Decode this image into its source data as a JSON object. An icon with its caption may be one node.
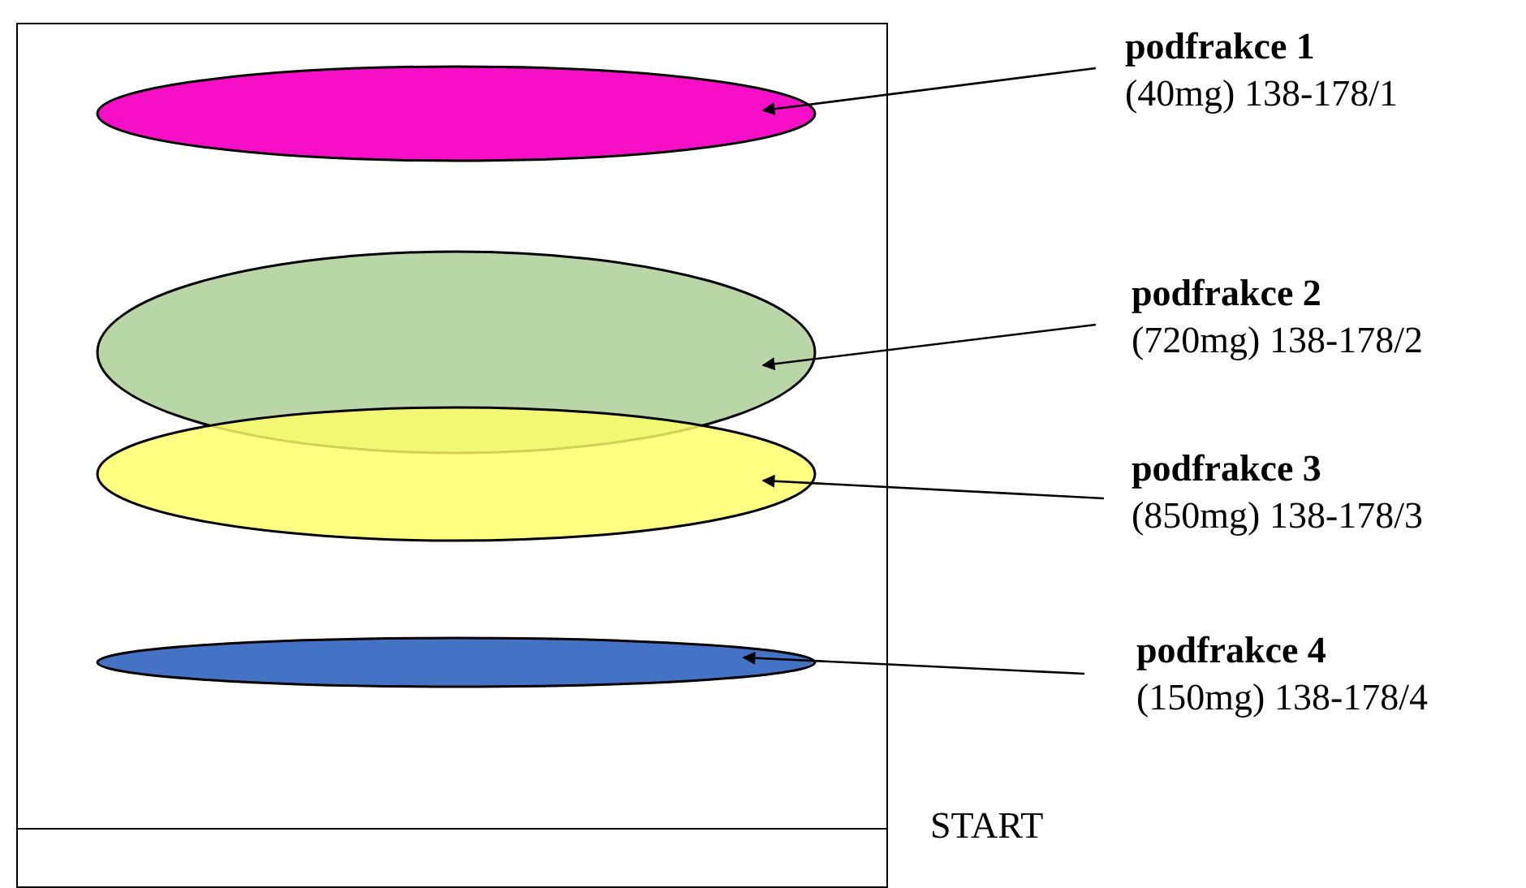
{
  "diagram": {
    "nodes": [
      {
        "text": [],
        "shape": "box"
      },
      {
        "text": [],
        "shape": "ellipse",
        "in": 0
      },
      {
        "text": [],
        "shape": "ellipse",
        "in": 0
      },
      {
        "text": [],
        "shape": "ellipse",
        "in": 0
      },
      {
        "text": [],
        "shape": "ellipse",
        "in": 0
      },
      {
        "text": [
          "podfrakce 1",
          "(40mg) 138-178/1"
        ]
      },
      {
        "text": [
          "podfrakce 2",
          "(720mg) 138-178/2"
        ]
      },
      {
        "text": [
          "podfrakce 3",
          "(850mg) 138-178/3"
        ]
      },
      {
        "text": [
          "podfrakce 4",
          "(150mg) 138-178/4"
        ]
      }
    ],
    "edges": [
      {
        "from": 5,
        "to": 1,
        "arrow": "to"
      },
      {
        "from": 6,
        "to": 2,
        "arrow": "to"
      },
      {
        "from": 7,
        "to": 3,
        "arrow": "to"
      },
      {
        "from": 8,
        "to": 4,
        "arrow": "to"
      }
    ],
    "labels": [
      "START"
    ]
  }
}
